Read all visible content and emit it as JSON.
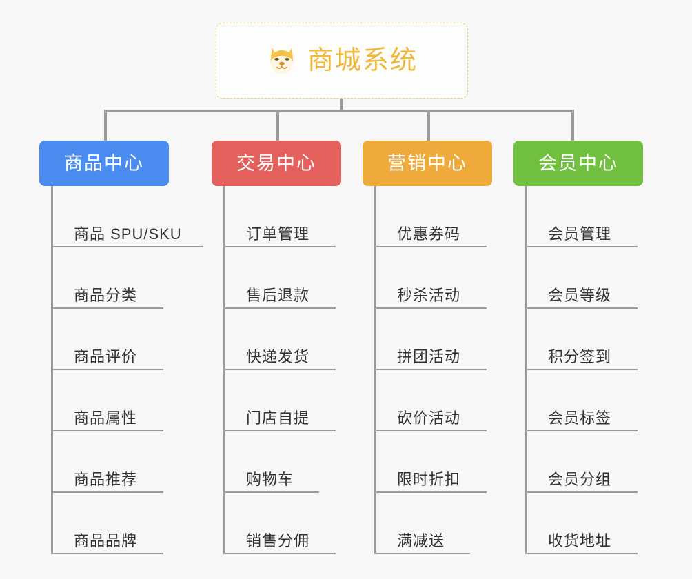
{
  "root": {
    "title": "商城系统",
    "icon": "dog-face-icon",
    "border_color": "#e8c77a",
    "text_color": "#efb83c",
    "background": "#fdfdfc"
  },
  "canvas": {
    "background": "#f7f7f7",
    "connector_color": "#9b9b9b"
  },
  "branches": [
    {
      "label": "商品中心",
      "color": "#4a8cf0",
      "items": [
        {
          "label": "商品 SPU/SKU"
        },
        {
          "label": "商品分类"
        },
        {
          "label": "商品评价"
        },
        {
          "label": "商品属性"
        },
        {
          "label": "商品推荐"
        },
        {
          "label": "商品品牌"
        }
      ]
    },
    {
      "label": "交易中心",
      "color": "#e4605c",
      "items": [
        {
          "label": "订单管理"
        },
        {
          "label": "售后退款"
        },
        {
          "label": "快递发货"
        },
        {
          "label": "门店自提"
        },
        {
          "label": "购物车"
        },
        {
          "label": "销售分佣"
        }
      ]
    },
    {
      "label": "营销中心",
      "color": "#eeab3c",
      "items": [
        {
          "label": "优惠券码"
        },
        {
          "label": "秒杀活动"
        },
        {
          "label": "拼团活动"
        },
        {
          "label": "砍价活动"
        },
        {
          "label": "限时折扣"
        },
        {
          "label": "满减送"
        }
      ]
    },
    {
      "label": "会员中心",
      "color": "#72c040",
      "items": [
        {
          "label": "会员管理"
        },
        {
          "label": "会员等级"
        },
        {
          "label": "积分签到"
        },
        {
          "label": "会员标签"
        },
        {
          "label": "会员分组"
        },
        {
          "label": "收货地址"
        }
      ]
    }
  ]
}
